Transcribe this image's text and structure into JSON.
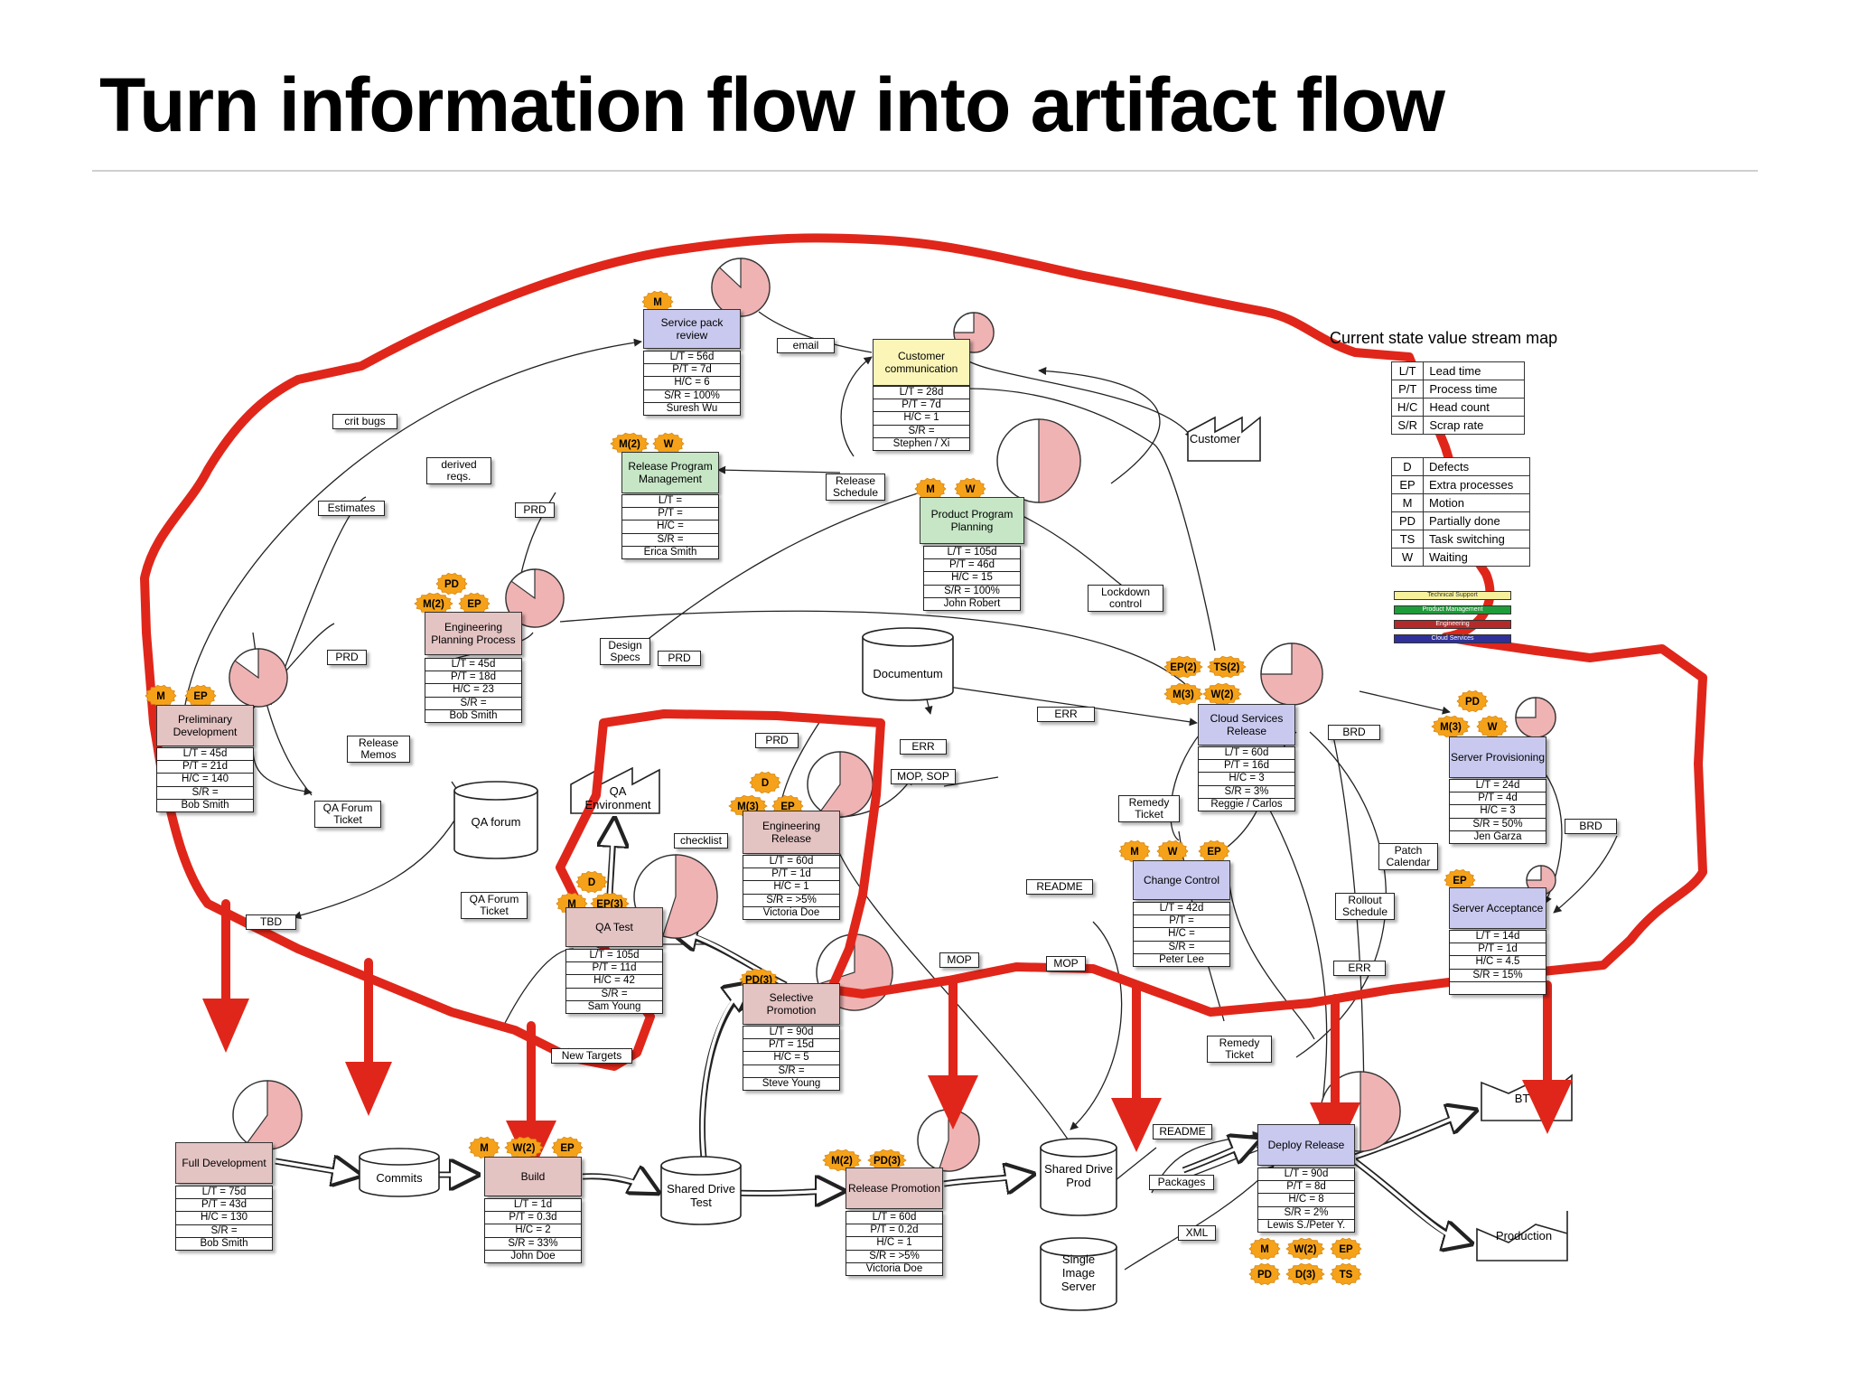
{
  "title": "Turn information flow into artifact flow",
  "map_title": "Current state value stream map",
  "metrics_legend": [
    {
      "key": "L/T",
      "label": "Lead time"
    },
    {
      "key": "P/T",
      "label": "Process time"
    },
    {
      "key": "H/C",
      "label": "Head count"
    },
    {
      "key": "S/R",
      "label": "Scrap rate"
    }
  ],
  "waste_legend": [
    {
      "key": "D",
      "label": "Defects"
    },
    {
      "key": "EP",
      "label": "Extra processes"
    },
    {
      "key": "M",
      "label": "Motion"
    },
    {
      "key": "PD",
      "label": "Partially done"
    },
    {
      "key": "TS",
      "label": "Task switching"
    },
    {
      "key": "W",
      "label": "Waiting"
    }
  ],
  "color_legend": [
    {
      "label": "Technical Support",
      "color": "#f6f19a"
    },
    {
      "label": "Product Management",
      "color": "#1f9c3a"
    },
    {
      "label": "Engineering",
      "color": "#b32a2a"
    },
    {
      "label": "Cloud Services",
      "color": "#30309a"
    }
  ],
  "colors": {
    "support": "#fbf6b8",
    "management": "#c6e6c6",
    "engineering": "#e4c3c3",
    "cloud": "#c9c9ef",
    "badge": "#f5a21a",
    "highlight": "#e0261a"
  },
  "processes": {
    "service_pack": {
      "name": "Service pack review",
      "lt": "L/T = 56d",
      "pt": "P/T = 7d",
      "hc": "H/C = 6",
      "sr": "S/R = 100%",
      "owner": "Suresh Wu"
    },
    "customer_comm": {
      "name": "Customer communication",
      "lt": "L/T = 28d",
      "pt": "P/T = 7d",
      "hc": "H/C = 1",
      "sr": "S/R =",
      "owner": "Stephen / Xi"
    },
    "release_program": {
      "name": "Release Program Management",
      "lt": "L/T =",
      "pt": "P/T =",
      "hc": "H/C =",
      "sr": "S/R =",
      "owner": "Erica Smith"
    },
    "product_program": {
      "name": "Product Program Planning",
      "lt": "L/T = 105d",
      "pt": "P/T = 46d",
      "hc": "H/C = 15",
      "sr": "S/R = 100%",
      "owner": "John Robert"
    },
    "eng_planning": {
      "name": "Engineering Planning Process",
      "lt": "L/T = 45d",
      "pt": "P/T = 18d",
      "hc": "H/C = 23",
      "sr": "S/R =",
      "owner": "Bob Smith"
    },
    "preliminary": {
      "name": "Preliminary Development",
      "lt": "L/T = 45d",
      "pt": "P/T = 21d",
      "hc": "H/C = 140",
      "sr": "S/R =",
      "owner": "Bob Smith"
    },
    "eng_release": {
      "name": "Engineering Release",
      "lt": "L/T = 60d",
      "pt": "P/T = 1d",
      "hc": "H/C = 1",
      "sr": "S/R = >5%",
      "owner": "Victoria Doe"
    },
    "qa_test": {
      "name": "QA Test",
      "lt": "L/T = 105d",
      "pt": "P/T = 11d",
      "hc": "H/C = 42",
      "sr": "S/R =",
      "owner": "Sam Young"
    },
    "selective_promo": {
      "name": "Selective Promotion",
      "lt": "L/T = 90d",
      "pt": "P/T = 15d",
      "hc": "H/C = 5",
      "sr": "S/R =",
      "owner": "Steve Young"
    },
    "cloud_release": {
      "name": "Cloud Services Release",
      "lt": "L/T = 60d",
      "pt": "P/T = 16d",
      "hc": "H/C = 3",
      "sr": "S/R = 3%",
      "owner": "Reggie / Carlos"
    },
    "server_prov": {
      "name": "Server Provisioning",
      "lt": "L/T = 24d",
      "pt": "P/T = 4d",
      "hc": "H/C = 3",
      "sr": "S/R = 50%",
      "owner": "Jen Garza"
    },
    "change_control": {
      "name": "Change Control",
      "lt": "L/T = 42d",
      "pt": "P/T =",
      "hc": "H/C =",
      "sr": "S/R =",
      "owner": "Peter Lee"
    },
    "server_accept": {
      "name": "Server Acceptance",
      "lt": "L/T = 14d",
      "pt": "P/T = 1d",
      "hc": "H/C = 4.5",
      "sr": "S/R = 15%",
      "owner": ""
    },
    "full_dev": {
      "name": "Full Development",
      "lt": "L/T = 75d",
      "pt": "P/T = 43d",
      "hc": "H/C = 130",
      "sr": "S/R =",
      "owner": "Bob Smith"
    },
    "build": {
      "name": "Build",
      "lt": "L/T = 1d",
      "pt": "P/T = 0.3d",
      "hc": "H/C = 2",
      "sr": "S/R = 33%",
      "owner": "John Doe"
    },
    "release_promo": {
      "name": "Release Promotion",
      "lt": "L/T = 60d",
      "pt": "P/T = 0.2d",
      "hc": "H/C = 1",
      "sr": "S/R = >5%",
      "owner": "Victoria Doe"
    },
    "deploy": {
      "name": "Deploy Release",
      "lt": "L/T = 90d",
      "pt": "P/T = 8d",
      "hc": "H/C = 8",
      "sr": "S/R = 2%",
      "owner": "Lewis S./Peter Y."
    }
  },
  "stores": {
    "documentum": "Documentum",
    "qa_forum": "QA forum",
    "commits": "Commits",
    "shared_test": "Shared Drive Test",
    "shared_prod": "Shared Drive Prod",
    "single_image": "Single Image Server"
  },
  "factories": {
    "customer": "Customer",
    "qa_env": "QA Environment",
    "bt": "BT",
    "production": "Production"
  },
  "flow_labels": {
    "crit_bugs": "crit bugs",
    "email": "email",
    "derived_reqs": "derived reqs.",
    "estimates": "Estimates",
    "prd1": "PRD",
    "release_schedule": "Release Schedule",
    "lockdown": "Lockdown control",
    "prd2": "PRD",
    "design_specs": "Design Specs",
    "prd3": "PRD",
    "release_memos": "Release Memos",
    "qa_forum_ticket1": "QA Forum Ticket",
    "qa_forum_ticket2": "QA Forum Ticket",
    "prd4": "PRD",
    "err1": "ERR",
    "err2": "ERR",
    "mop_sop": "MOP, SOP",
    "checklist": "checklist",
    "brd1": "BRD",
    "brd2": "BRD",
    "remedy1": "Remedy Ticket",
    "readme1": "README",
    "patch": "Patch Calendar",
    "rollout": "Rollout Schedule",
    "err3": "ERR",
    "mop1": "MOP",
    "mop2": "MOP",
    "new_targets": "New Targets",
    "remedy2": "Remedy Ticket",
    "readme2": "README",
    "packages": "Packages",
    "xml": "XML",
    "tbd": "TBD"
  },
  "badges": {
    "service_pack": [
      "M"
    ],
    "release_program": [
      "M(2)",
      "W"
    ],
    "product_program": [
      "M",
      "W"
    ],
    "eng_planning": [
      "PD",
      "M(2)",
      "EP"
    ],
    "preliminary": [
      "M",
      "EP"
    ],
    "eng_release": [
      "D",
      "M(3)",
      "EP"
    ],
    "qa_test": [
      "D",
      "M",
      "EP(3)"
    ],
    "selective_promo": [
      "PD(3)"
    ],
    "cloud_release": [
      "EP(2)",
      "TS(2)",
      "M(3)",
      "W(2)"
    ],
    "server_prov": [
      "PD",
      "M(3)",
      "W"
    ],
    "change_control": [
      "M",
      "W",
      "EP"
    ],
    "server_accept": [
      "EP"
    ],
    "build": [
      "M",
      "W(2)",
      "EP"
    ],
    "release_promo": [
      "M(2)",
      "PD(3)"
    ],
    "deploy": [
      "M",
      "W(2)",
      "EP",
      "PD",
      "D(3)",
      "TS"
    ]
  },
  "scrap_pies": {
    "service_pack": 0.87,
    "customer_comm": 0.75,
    "product_program": 0.5,
    "eng_planning": 0.85,
    "preliminary": 0.85,
    "eng_release": 0.6,
    "qa_test": 0.55,
    "selective_promo": 0.7,
    "cloud_release": 0.75,
    "server_prov": 0.75,
    "server_accept": 0.75,
    "full_dev": 0.6,
    "release_promo": 0.55,
    "deploy": 0.5
  }
}
